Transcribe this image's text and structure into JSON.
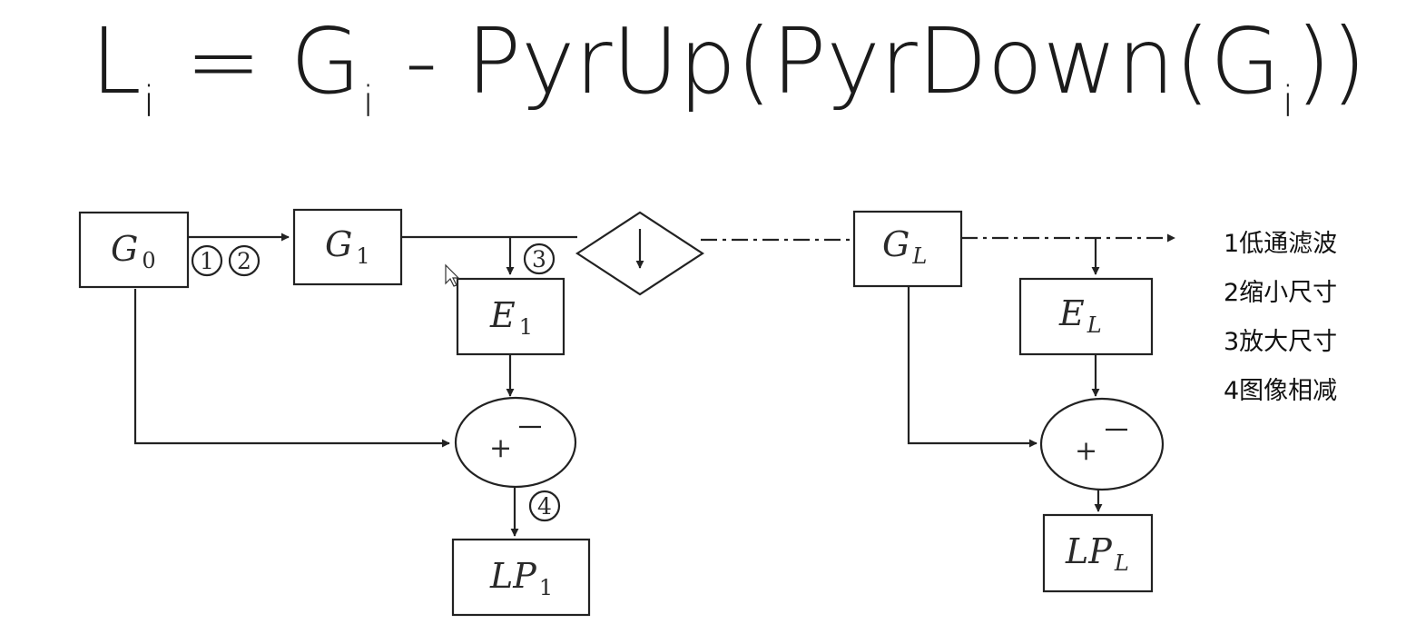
{
  "formula": {
    "lhs": "L",
    "lhs_sub": "i",
    "equals": "=",
    "g": "G",
    "g_sub": "i",
    "minus": "-",
    "func": "PyrUp(PyrDown(G",
    "inner_sub": "i",
    "close": "))"
  },
  "diagram": {
    "g0": {
      "main": "G",
      "sub": "0"
    },
    "g1": {
      "main": "G",
      "sub": "1"
    },
    "gl": {
      "main": "G",
      "sub": "L"
    },
    "e1": {
      "main": "E",
      "sub": "1"
    },
    "el": {
      "main": "E",
      "sub": "L"
    },
    "lp1": {
      "main": "LP",
      "sub": "1"
    },
    "lpl": {
      "main": "LP",
      "sub": "L"
    },
    "plus": "+",
    "step1": "1",
    "step2": "2",
    "step3": "3",
    "step4": "4"
  },
  "legend": {
    "items": [
      "1低通滤波",
      "2缩小尺寸",
      "3放大尺寸",
      "4图像相减"
    ]
  }
}
